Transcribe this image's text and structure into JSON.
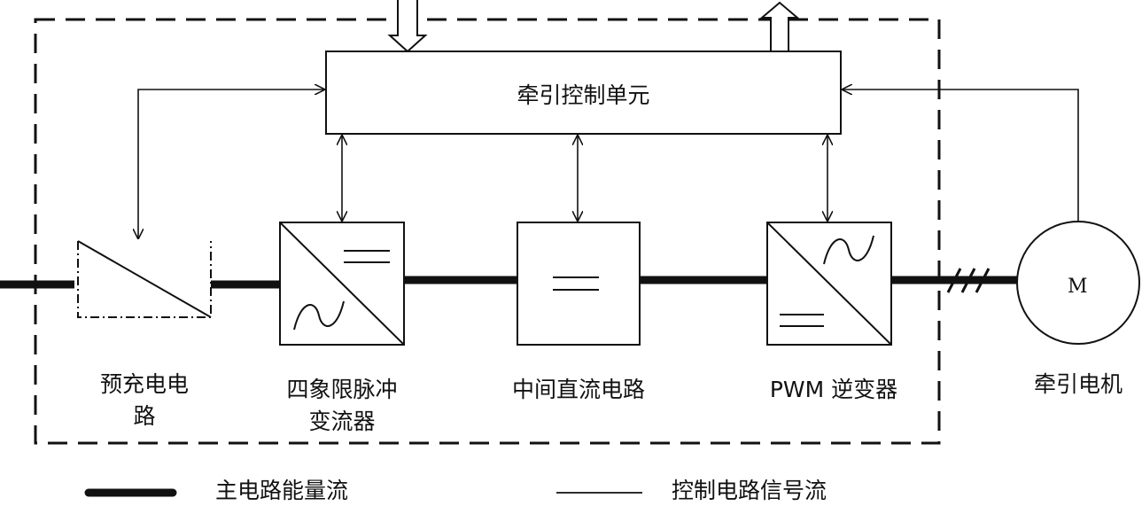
{
  "colors": {
    "stroke": "#111111",
    "background": "#ffffff"
  },
  "control_unit": {
    "label": "牵引控制单元"
  },
  "blocks": {
    "precharge": "预充电电路",
    "precharge_line1": "预充电电",
    "precharge_line2": "路",
    "rectifier_line1": "四象限脉冲",
    "rectifier_line2": "变流器",
    "dc_link": "中间直流电路",
    "inverter": "PWM 逆变器",
    "motor": "牵引电机",
    "motor_symbol": "M"
  },
  "legend": {
    "main_circuit": "主电路能量流",
    "control_signal": "控制电路信号流"
  }
}
